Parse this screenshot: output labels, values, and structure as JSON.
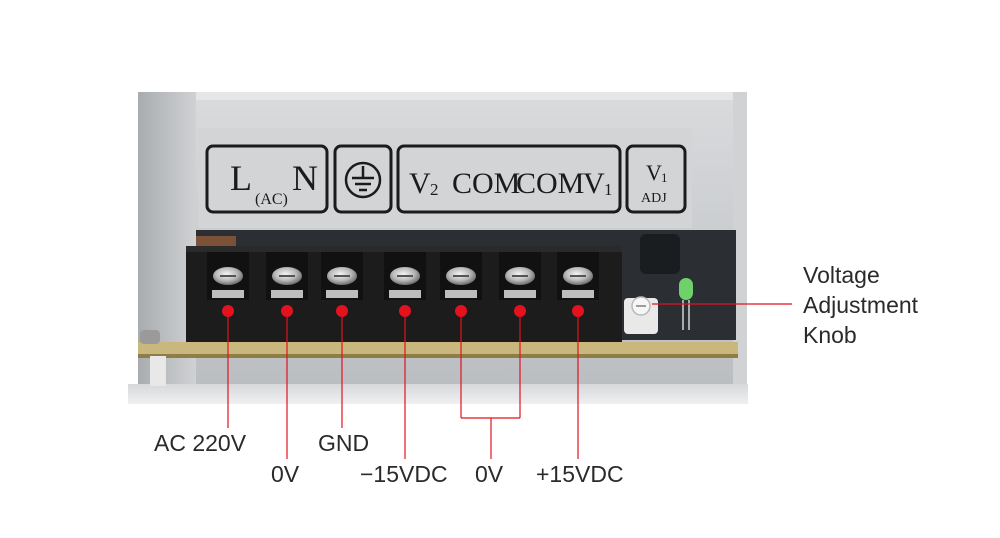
{
  "label_panel": {
    "l": "L",
    "ac": "(AC)",
    "n": "N",
    "v2": "V",
    "v2_sub": "2",
    "com1": "COM",
    "com2": "COM",
    "v1": "V",
    "v1_sub": "1",
    "adj_v": "V",
    "adj_sub": "1",
    "adj": "ADJ",
    "ground_icon": "earth-ground-symbol"
  },
  "callouts": {
    "ac": "AC 220V",
    "zero_v_1": "0V",
    "gnd": "GND",
    "minus_15": "−15VDC",
    "zero_v_2": "0V",
    "plus_15": "+15VDC",
    "knob": [
      "Voltage",
      "Adjustment",
      "Knob"
    ]
  },
  "colors": {
    "marker": "#e3121e",
    "leader": "#e3121e",
    "chassis": "#c9cbcd",
    "terminal_block": "#1c1c1c",
    "led": "#6fd16a"
  }
}
